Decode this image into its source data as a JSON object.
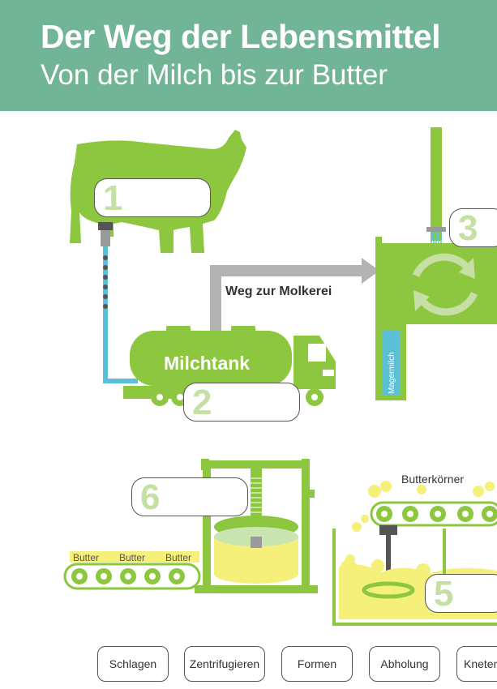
{
  "header": {
    "title": "Der Weg der Lebensmittel",
    "subtitle": "Von der Milch bis zur Butter"
  },
  "diagram": {
    "tank_label": "Milchtank",
    "route_label": "Weg zur Molkerei",
    "skim_milk_label": "Magermilch",
    "butter_grains_label": "Butterkörner",
    "butter_labels": [
      "Butter",
      "Butter",
      "Butter"
    ],
    "steps": [
      "1",
      "2",
      "3",
      "5",
      "6"
    ]
  },
  "labels": [
    "Schlagen",
    "Zentrifugieren",
    "Formen",
    "Abholung",
    "Kneten"
  ],
  "colors": {
    "header": "#72b596",
    "green": "#8dc63f",
    "light_green": "#c5dfa5",
    "gray": "#b3b3b3",
    "blue": "#5bc0d6",
    "yellow": "#f5f07a"
  }
}
